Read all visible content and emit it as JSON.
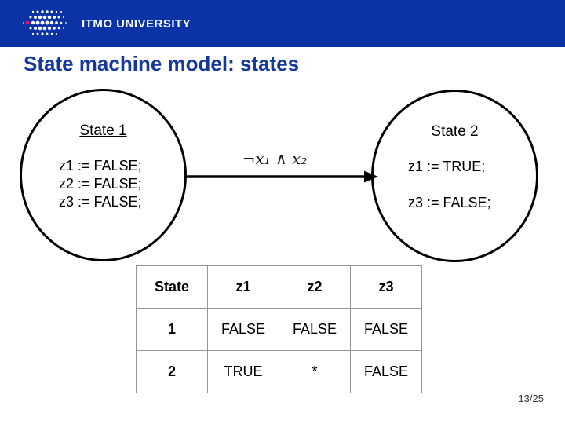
{
  "header": {
    "university": "ITMO UNIVERSITY"
  },
  "slide": {
    "title": "State machine model: states",
    "page_number": "13/25"
  },
  "diagram": {
    "transition_label": "¬x₁ ∧ x₂",
    "states": [
      {
        "name": "State 1",
        "assignments": [
          "z1 := FALSE;",
          "z2 := FALSE;",
          "z3 := FALSE;"
        ]
      },
      {
        "name": "State 2",
        "assignments": [
          "z1 := TRUE;",
          "",
          "z3 := FALSE;"
        ]
      }
    ]
  },
  "table": {
    "headers": [
      "State",
      "z1",
      "z2",
      "z3"
    ],
    "rows": [
      [
        "1",
        "FALSE",
        "FALSE",
        "FALSE"
      ],
      [
        "2",
        "TRUE",
        "*",
        "FALSE"
      ]
    ]
  },
  "colors": {
    "header_bar": "#0b33a5",
    "title": "#16389d",
    "logo_accent": "#e5097f",
    "table_border": "#969696"
  }
}
